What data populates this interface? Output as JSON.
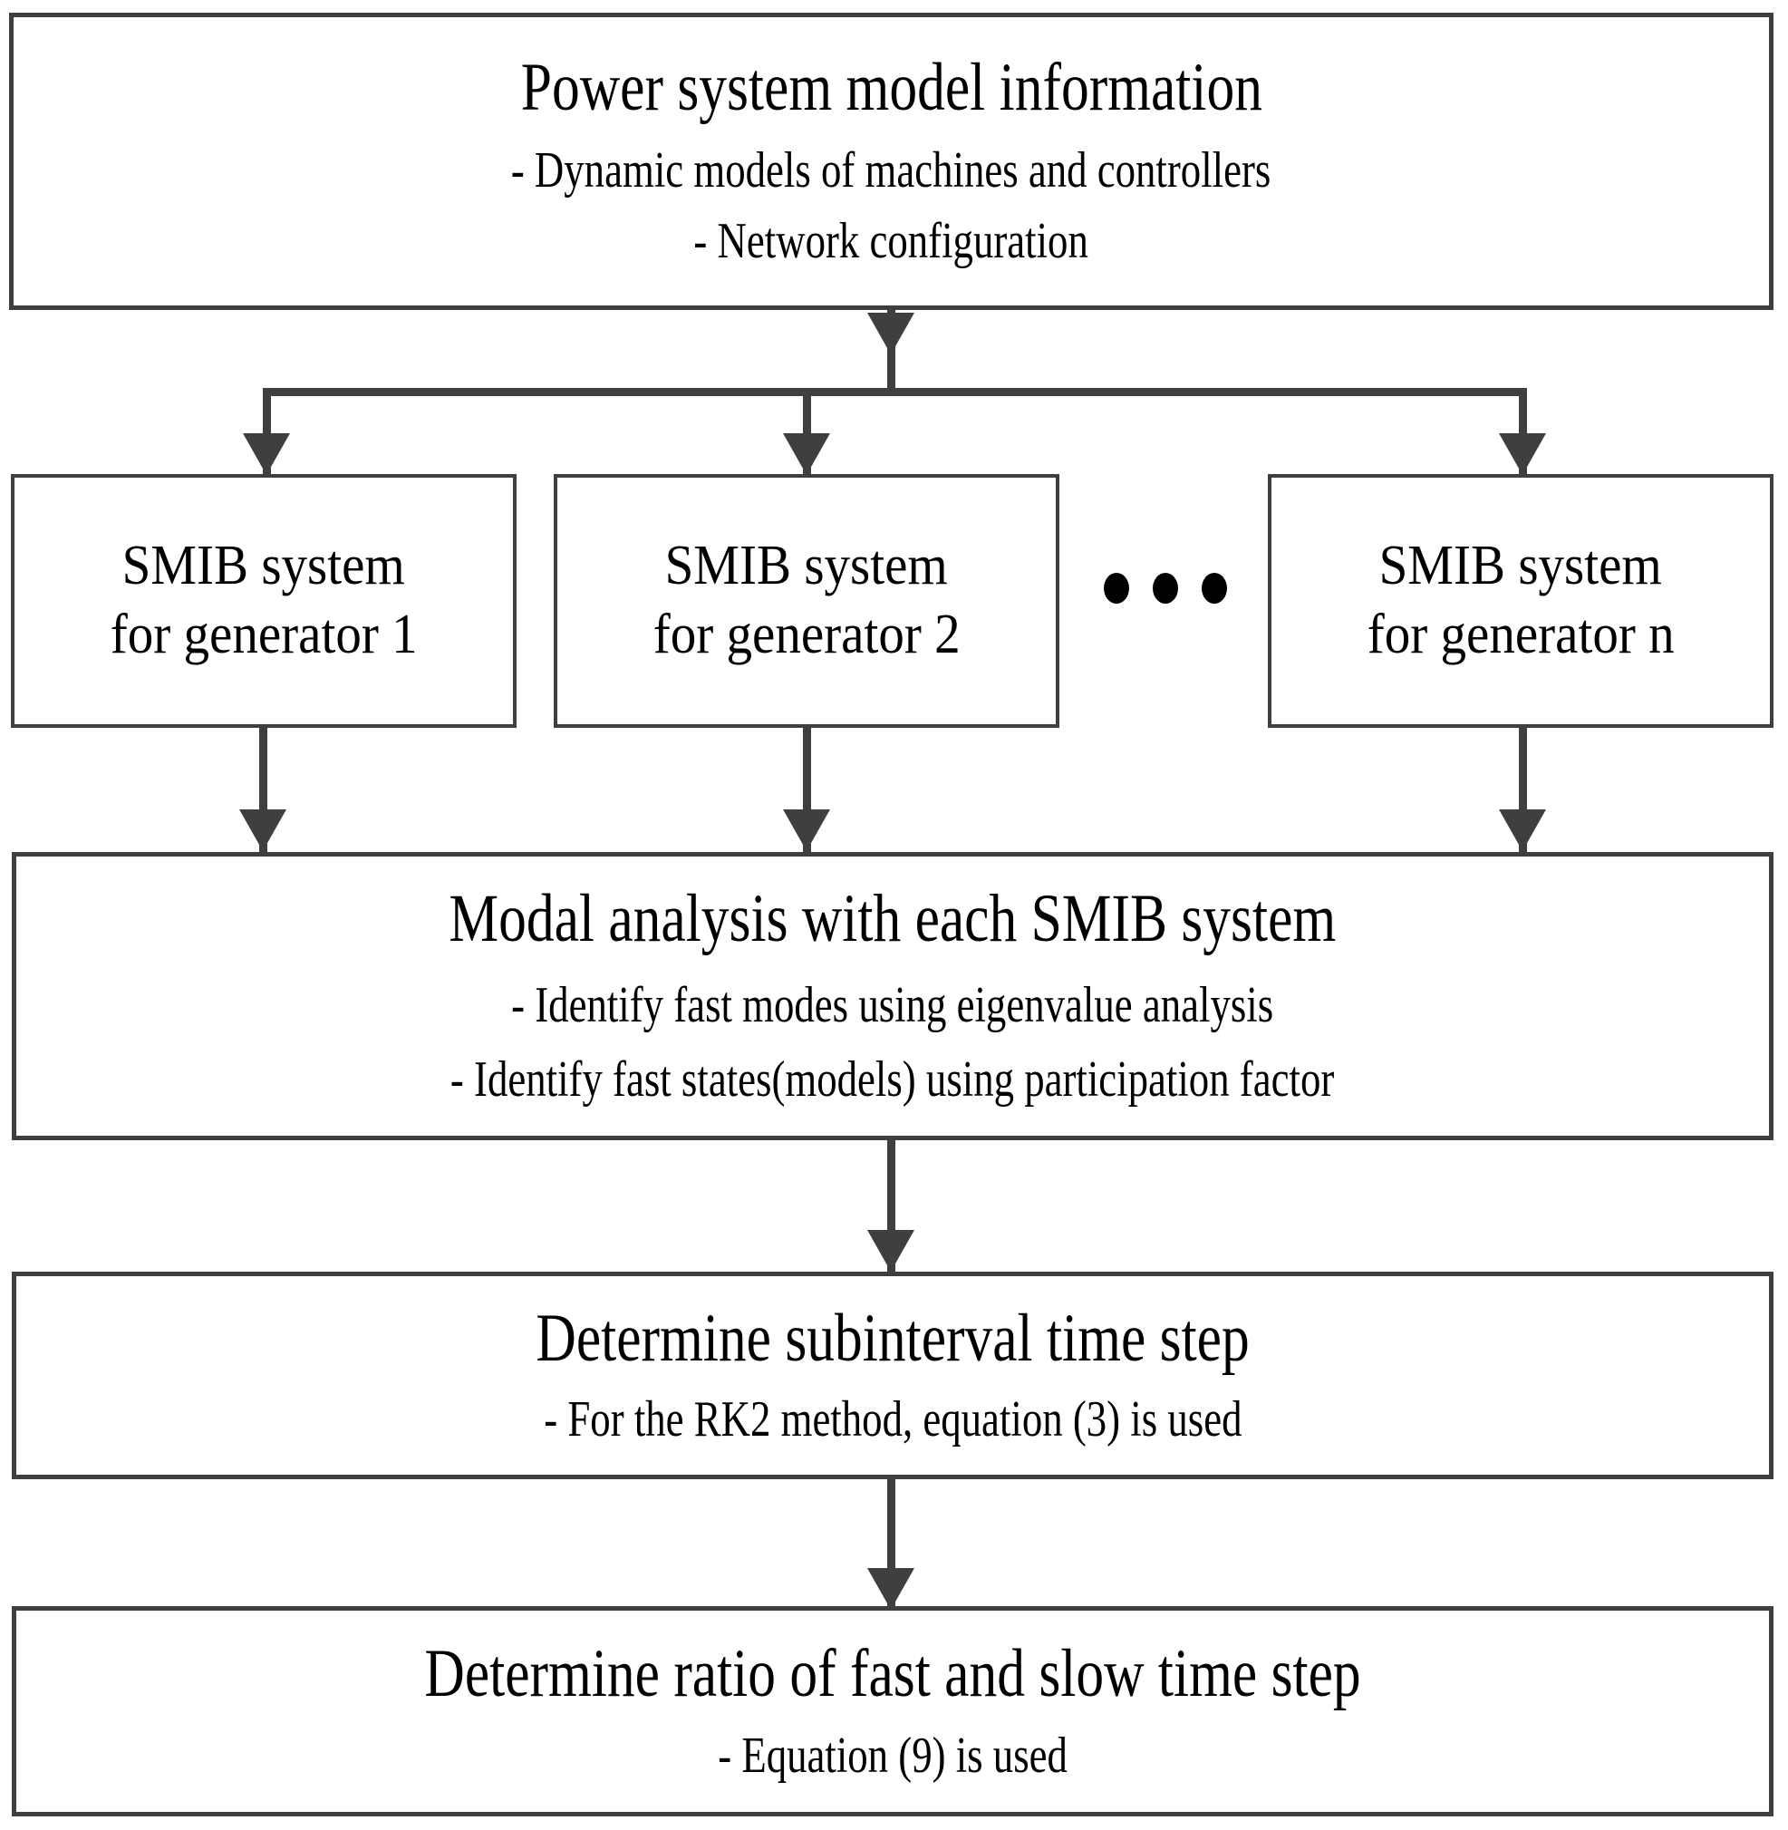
{
  "diagram": {
    "title": "Power system model information flowchart",
    "line_color": "#3f3f3f",
    "text_color": "#000000",
    "background": "#ffffff"
  },
  "nodes": {
    "input": {
      "title": "Power system model information",
      "bullets": [
        "- Dynamic models of machines and controllers",
        "- Network configuration"
      ]
    },
    "smib": [
      {
        "line1": "SMIB system",
        "line2": "for generator 1"
      },
      {
        "line1": "SMIB system",
        "line2": "for generator 2"
      },
      {
        "line1": "SMIB system",
        "line2": "for generator n"
      }
    ],
    "ellipsis": "• • •",
    "modal": {
      "title": "Modal analysis with each SMIB system",
      "bullets": [
        "- Identify fast modes using eigenvalue analysis",
        "- Identify fast states(models) using participation factor"
      ]
    },
    "subinterval": {
      "title": "Determine subinterval time step",
      "bullets": [
        "- For the RK2 method, equation (3) is used"
      ]
    },
    "ratio": {
      "title": "Determine ratio of fast and slow time step",
      "bullets": [
        "- Equation (9) is used"
      ]
    }
  }
}
